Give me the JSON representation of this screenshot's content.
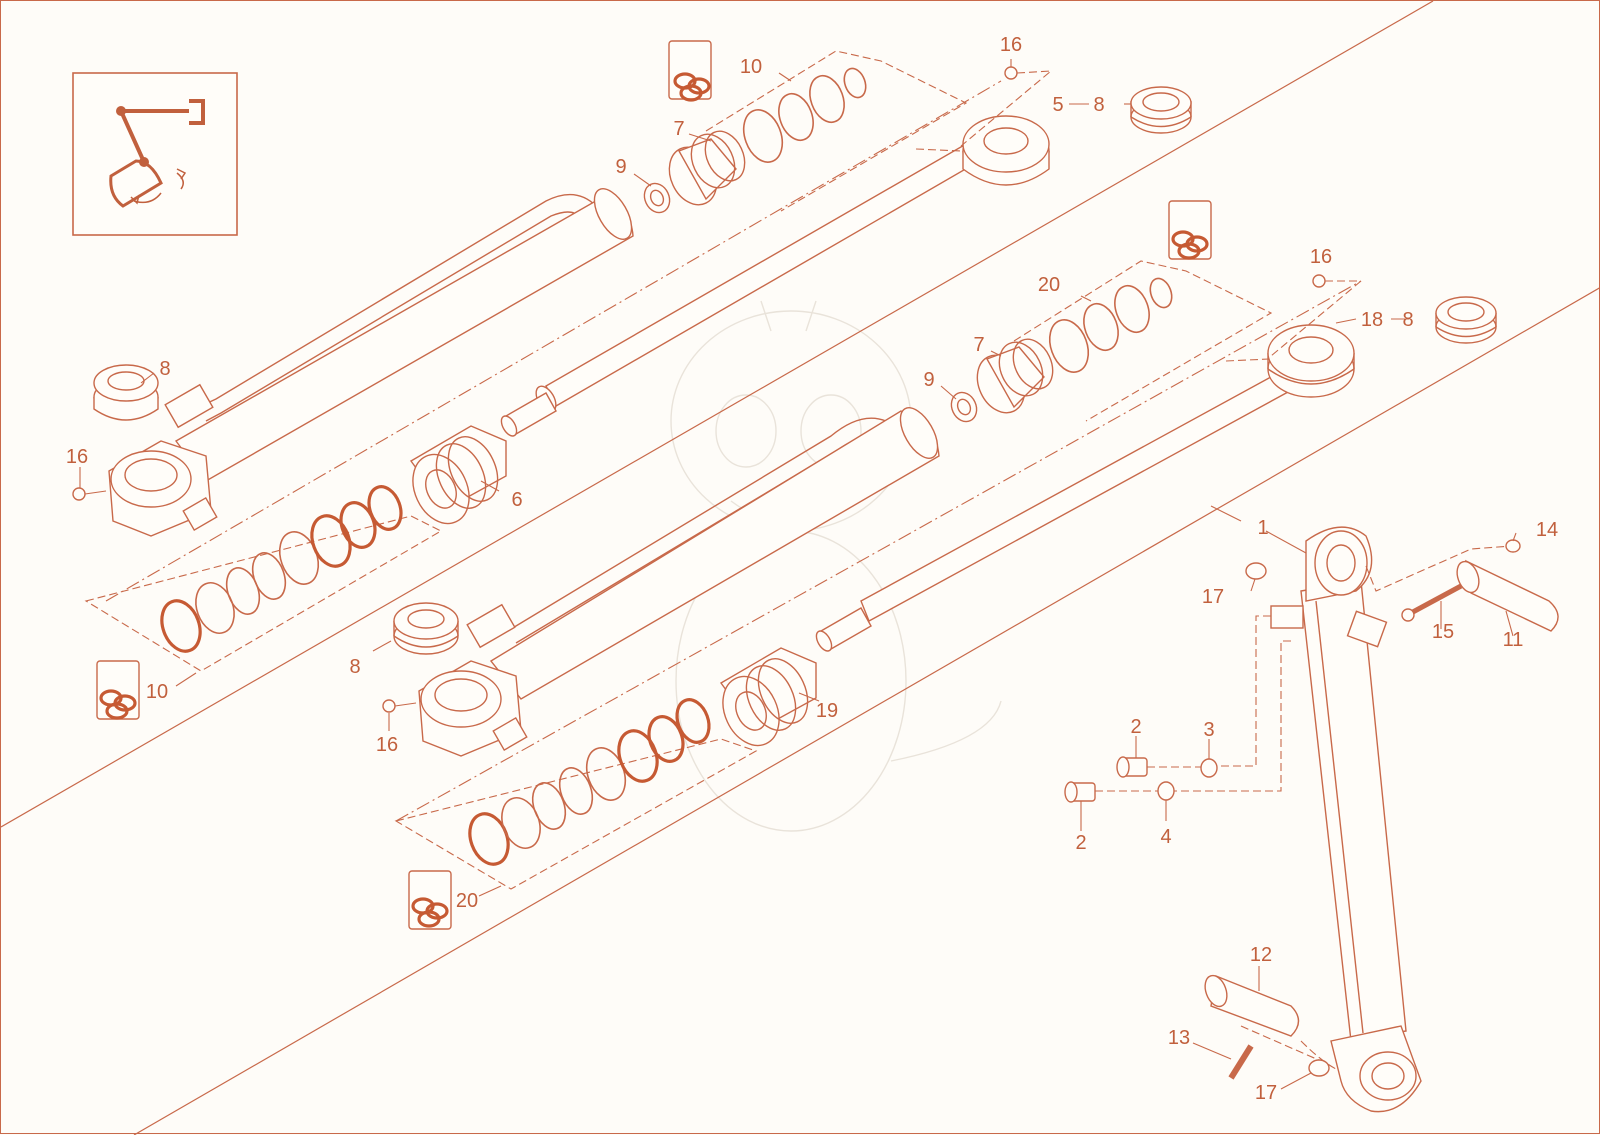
{
  "diagram": {
    "colors": {
      "line": "#c8694a",
      "label": "#c1603d",
      "background": "#fefcf8"
    },
    "icon": "boom-and-bucket-icon",
    "labels": {
      "l16_top": "16",
      "l10_top": "10",
      "l5": "5",
      "l8_top": "8",
      "l7_top": "7",
      "l9_top": "9",
      "l8_left": "8",
      "l16_left": "16",
      "l6": "6",
      "l10_left": "10",
      "l16_mid": "16",
      "l20_top": "20",
      "l18": "18",
      "l8_right": "8",
      "l7_mid": "7",
      "l9_mid": "9",
      "l8_mid": "8",
      "l16_low": "16",
      "l19": "19",
      "l20_low": "20",
      "l1": "1",
      "l17_top": "17",
      "l14": "14",
      "l15": "15",
      "l11": "11",
      "l2_a": "2",
      "l3": "3",
      "l2_b": "2",
      "l4": "4",
      "l12": "12",
      "l13": "13",
      "l17_low": "17"
    }
  }
}
